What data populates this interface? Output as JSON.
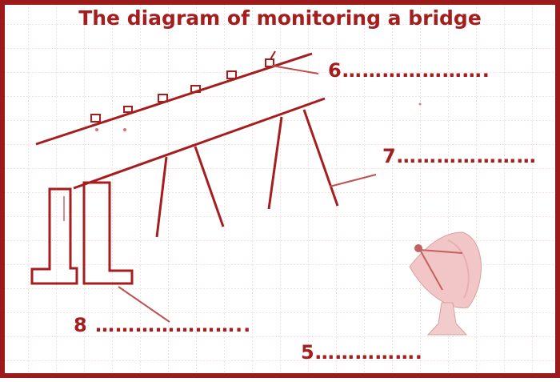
{
  "diagram": {
    "title": "The diagram of  monitoring a bridge",
    "labels": {
      "label_6": "6………………….",
      "label_7": "7…………………",
      "label_8": "8 …………………..",
      "label_5": "5……………."
    },
    "colors": {
      "accent": "#a51d1d",
      "grid": "#e8c6c6",
      "border": "#9c1a1a",
      "dish": "#f2c6c6"
    }
  }
}
